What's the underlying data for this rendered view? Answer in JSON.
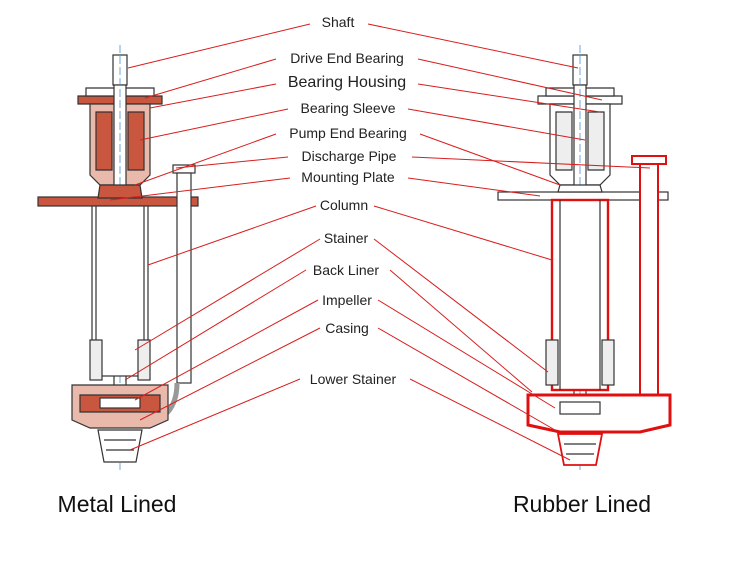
{
  "labels": [
    "Shaft",
    "Drive End Bearing",
    "Bearing Housing",
    "Bearing Sleeve",
    "Pump End Bearing",
    "Discharge Pipe",
    "Mounting Plate",
    "Column",
    "Stainer",
    "Back Liner",
    "Impeller",
    "Casing",
    "Lower Stainer"
  ],
  "captions": {
    "left": "Metal Lined",
    "right": "Rubber Lined"
  },
  "colors": {
    "leader": "#d81e1e",
    "outline": "#333333",
    "rubber": "#e01010",
    "metal_fill": "#c9563e",
    "axis": "#4a8fd0"
  }
}
